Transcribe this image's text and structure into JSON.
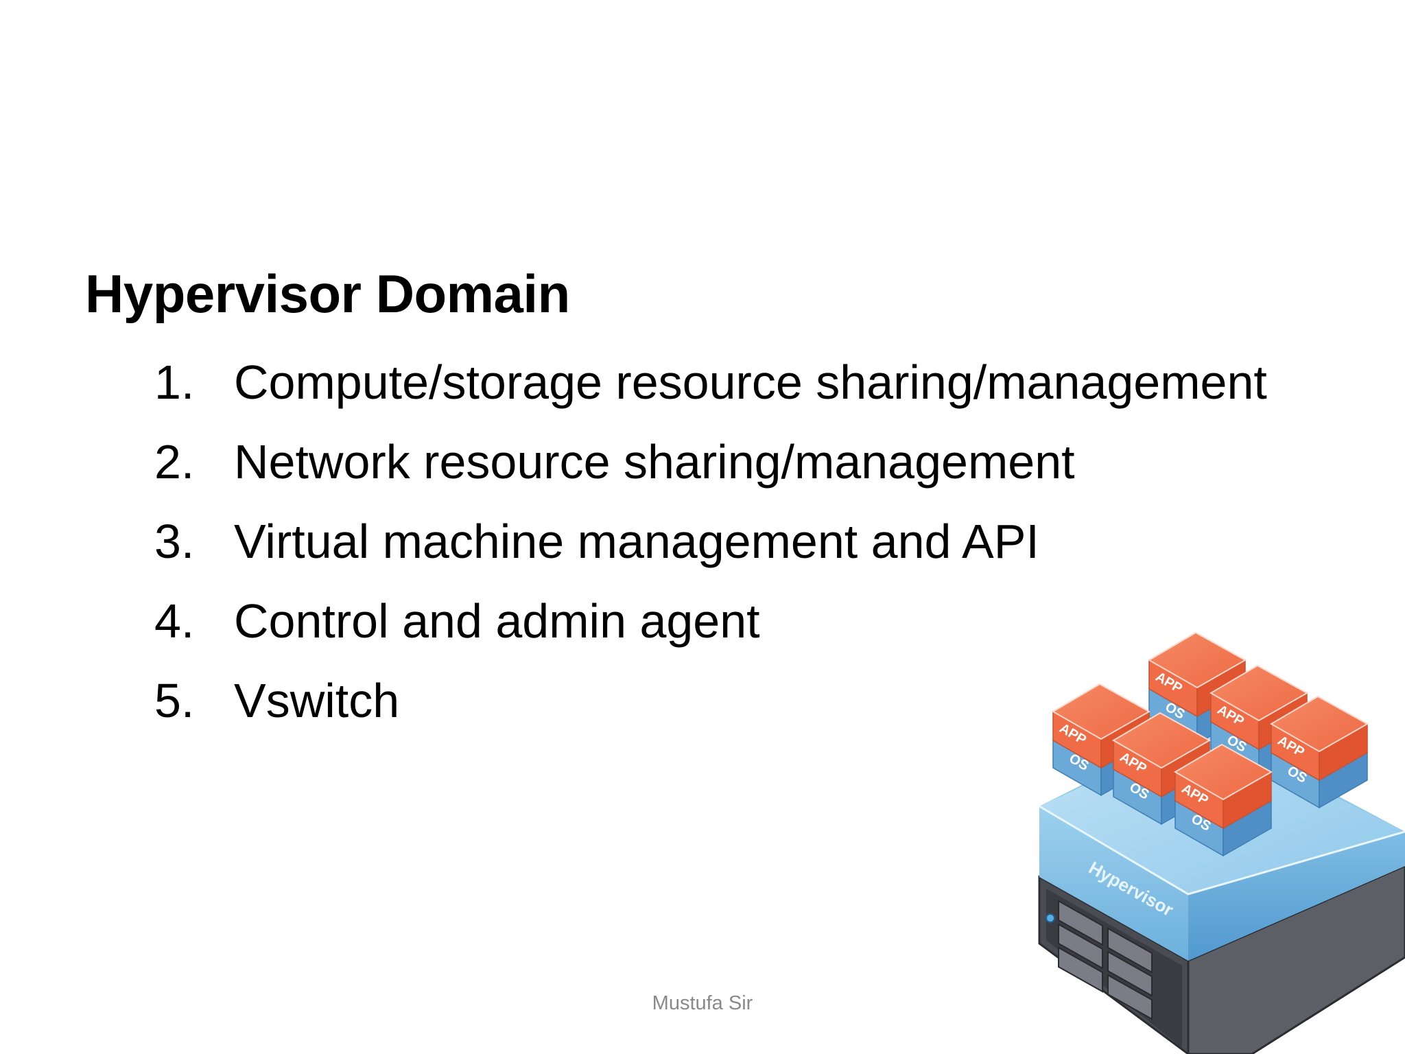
{
  "slide": {
    "title": "Hypervisor Domain",
    "items": [
      {
        "num": "1.",
        "text": "Compute/storage resource sharing/management"
      },
      {
        "num": "2.",
        "text": "Network resource sharing/management"
      },
      {
        "num": "3.",
        "text": "Virtual machine management and API"
      },
      {
        "num": "4.",
        "text": "Control and admin agent"
      },
      {
        "num": "5.",
        "text": "Vswitch"
      }
    ],
    "footer": "Mustufa Sir"
  },
  "illustration": {
    "layer_label": "Hypervisor",
    "vm_app_label": "APP",
    "vm_os_label": "OS",
    "colors": {
      "app_block": "#f06a45",
      "os_block": "#5b9bd5",
      "hypervisor_layer": "#8ec5e8",
      "server": "#3d3f45"
    }
  }
}
